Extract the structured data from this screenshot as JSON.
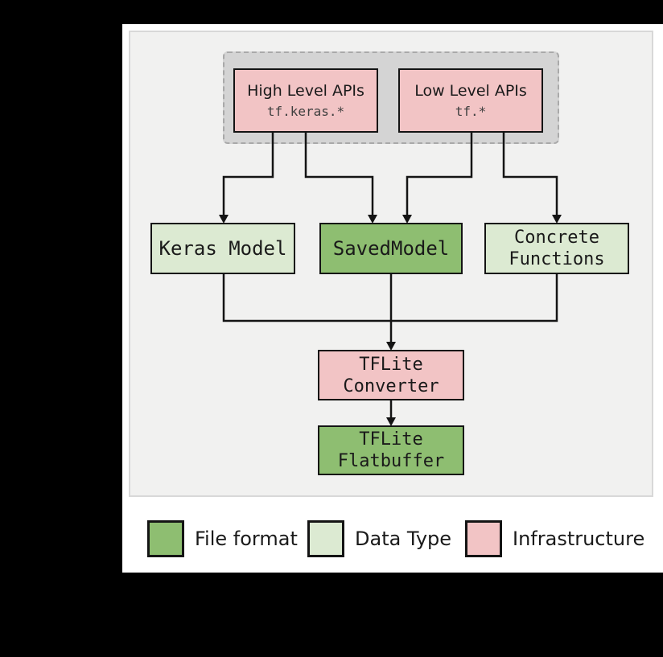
{
  "colors": {
    "page_bg": "#000000",
    "panel_bg": "#ffffff",
    "diagram_bg": "#f1f1f0",
    "diagram_border": "#d8d8d8",
    "group_bg": "#d4d4d4",
    "group_border": "#a9a9a9",
    "pink": "#f2c4c5",
    "green": "#8ebe71",
    "light_green": "#dcead2",
    "line": "#141414",
    "text": "#1a1a1a",
    "subtext": "#3f3f3f"
  },
  "diagram": {
    "nodes": {
      "high_level": {
        "title": "High Level APIs",
        "subtitle": "tf.keras.*",
        "category": "Infrastructure"
      },
      "low_level": {
        "title": "Low Level APIs",
        "subtitle": "tf.*",
        "category": "Infrastructure"
      },
      "keras_model": {
        "label": "Keras Model",
        "category": "Data Type"
      },
      "saved_model": {
        "label": "SavedModel",
        "category": "File format"
      },
      "concrete_functions": {
        "line1": "Concrete",
        "line2": "Functions",
        "category": "Data Type"
      },
      "tflite_converter": {
        "line1": "TFLite",
        "line2": "Converter",
        "category": "Infrastructure"
      },
      "tflite_flatbuffer": {
        "line1": "TFLite",
        "line2": "Flatbuffer",
        "category": "File format"
      }
    }
  },
  "legend": {
    "items": [
      {
        "label": "File format",
        "color": "#8ebe71"
      },
      {
        "label": "Data Type",
        "color": "#dcead2"
      },
      {
        "label": "Infrastructure",
        "color": "#f2c4c5"
      }
    ]
  }
}
